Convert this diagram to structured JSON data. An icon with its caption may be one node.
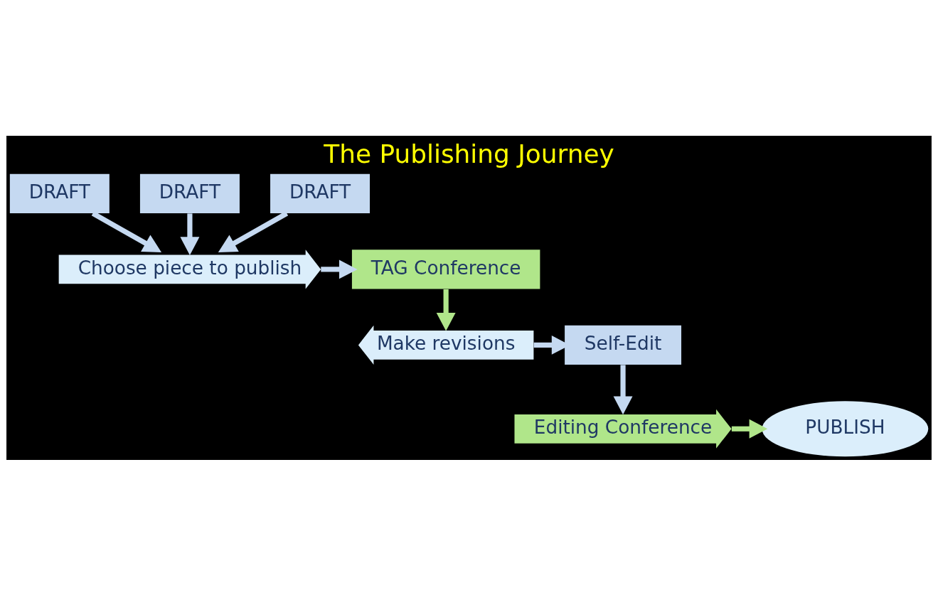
{
  "diagram": {
    "title": "The Publishing Journey",
    "nodes": [
      {
        "text": [
          "DRAFT"
        ]
      },
      {
        "text": [
          "DRAFT"
        ]
      },
      {
        "text": [
          "DRAFT"
        ]
      },
      {
        "text": [
          "Choose piece to publish"
        ]
      },
      {
        "text": [
          "TAG Conference"
        ]
      },
      {
        "text": [
          "Make revisions"
        ]
      },
      {
        "text": [
          "Self-Edit"
        ]
      },
      {
        "text": [
          "Editing Conference"
        ]
      },
      {
        "text": [
          "PUBLISH"
        ]
      }
    ],
    "edges": [
      {
        "from": 0,
        "to": 3,
        "arrow": "to"
      },
      {
        "from": 1,
        "to": 3,
        "arrow": "to"
      },
      {
        "from": 2,
        "to": 3,
        "arrow": "to"
      },
      {
        "from": 3,
        "to": 4,
        "arrow": "to"
      },
      {
        "from": 4,
        "to": 5,
        "arrow": "to",
        "color": "#b0e68a"
      },
      {
        "from": 5,
        "to": 6,
        "arrow": "to"
      },
      {
        "from": 6,
        "to": 7,
        "arrow": "to"
      },
      {
        "from": 7,
        "to": 8,
        "arrow": "to",
        "color": "#b0e68a"
      }
    ]
  }
}
